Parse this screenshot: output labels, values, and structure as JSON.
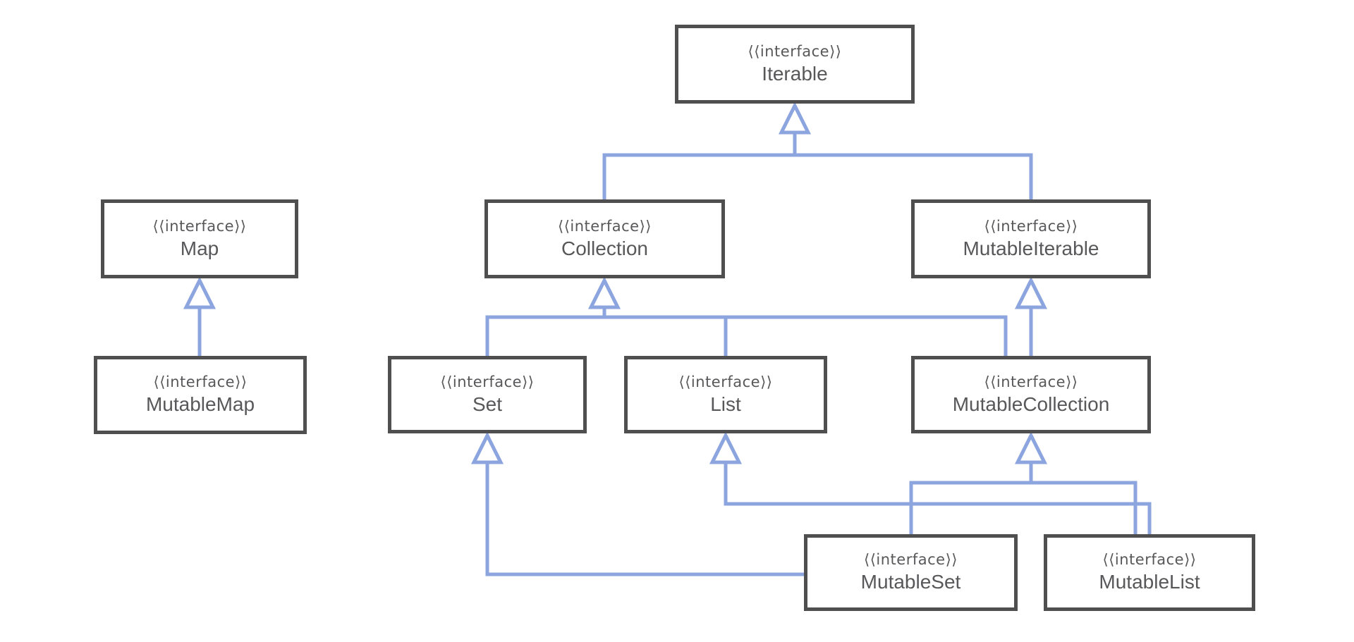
{
  "diagram_type": "uml-interface-hierarchy",
  "stereotype_label": "⟨⟨interface⟩⟩",
  "nodes": {
    "iterable": {
      "stereotype": "⟨⟨interface⟩⟩",
      "name": "Iterable"
    },
    "map": {
      "stereotype": "⟨⟨interface⟩⟩",
      "name": "Map"
    },
    "collection": {
      "stereotype": "⟨⟨interface⟩⟩",
      "name": "Collection"
    },
    "mutable_iterable": {
      "stereotype": "⟨⟨interface⟩⟩",
      "name": "MutableIterable"
    },
    "mutable_map": {
      "stereotype": "⟨⟨interface⟩⟩",
      "name": "MutableMap"
    },
    "set": {
      "stereotype": "⟨⟨interface⟩⟩",
      "name": "Set"
    },
    "list": {
      "stereotype": "⟨⟨interface⟩⟩",
      "name": "List"
    },
    "mutable_collection": {
      "stereotype": "⟨⟨interface⟩⟩",
      "name": "MutableCollection"
    },
    "mutable_set": {
      "stereotype": "⟨⟨interface⟩⟩",
      "name": "MutableSet"
    },
    "mutable_list": {
      "stereotype": "⟨⟨interface⟩⟩",
      "name": "MutableList"
    }
  },
  "edges": [
    {
      "from": "Collection",
      "to": "Iterable",
      "type": "generalization"
    },
    {
      "from": "MutableIterable",
      "to": "Iterable",
      "type": "generalization"
    },
    {
      "from": "MutableMap",
      "to": "Map",
      "type": "generalization"
    },
    {
      "from": "Set",
      "to": "Collection",
      "type": "generalization"
    },
    {
      "from": "List",
      "to": "Collection",
      "type": "generalization"
    },
    {
      "from": "MutableCollection",
      "to": "Collection",
      "type": "generalization"
    },
    {
      "from": "MutableCollection",
      "to": "MutableIterable",
      "type": "generalization"
    },
    {
      "from": "MutableSet",
      "to": "MutableCollection",
      "type": "generalization"
    },
    {
      "from": "MutableList",
      "to": "MutableCollection",
      "type": "generalization"
    },
    {
      "from": "MutableSet",
      "to": "Set",
      "type": "generalization"
    },
    {
      "from": "MutableList",
      "to": "List",
      "type": "generalization"
    }
  ],
  "colors": {
    "line": "#8CA5DE",
    "box_border": "#4F4F4F",
    "text": "#58585A",
    "background": "#FFFFFF"
  }
}
